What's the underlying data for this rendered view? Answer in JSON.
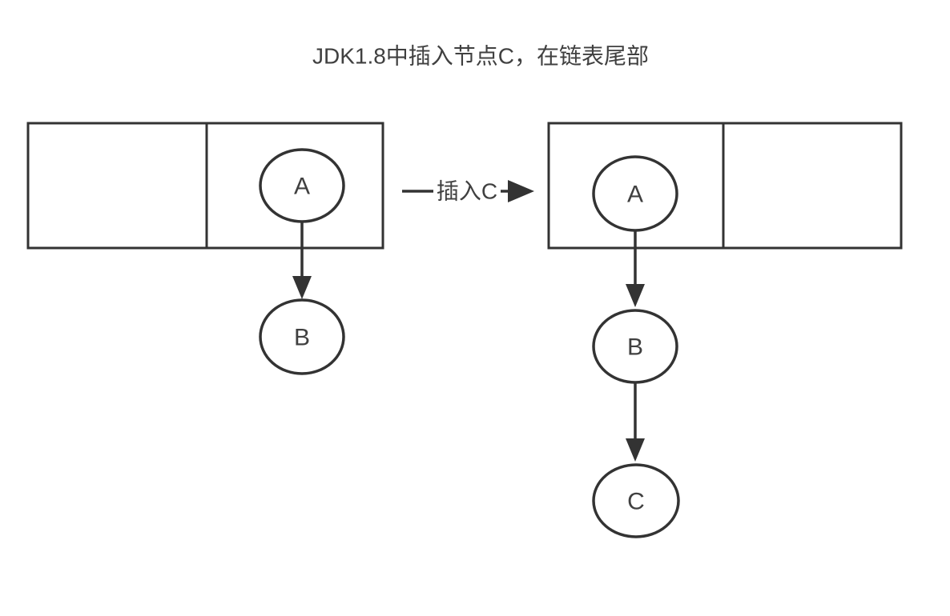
{
  "title": "JDK1.8中插入节点C，在链表尾部",
  "colors": {
    "stroke": "#333333",
    "text": "#404040",
    "background": "#ffffff"
  },
  "transition_arrow": {
    "label": "插入C"
  },
  "before": {
    "nodes": {
      "a": "A",
      "b": "B"
    }
  },
  "after": {
    "nodes": {
      "a": "A",
      "b": "B",
      "c": "C"
    }
  }
}
